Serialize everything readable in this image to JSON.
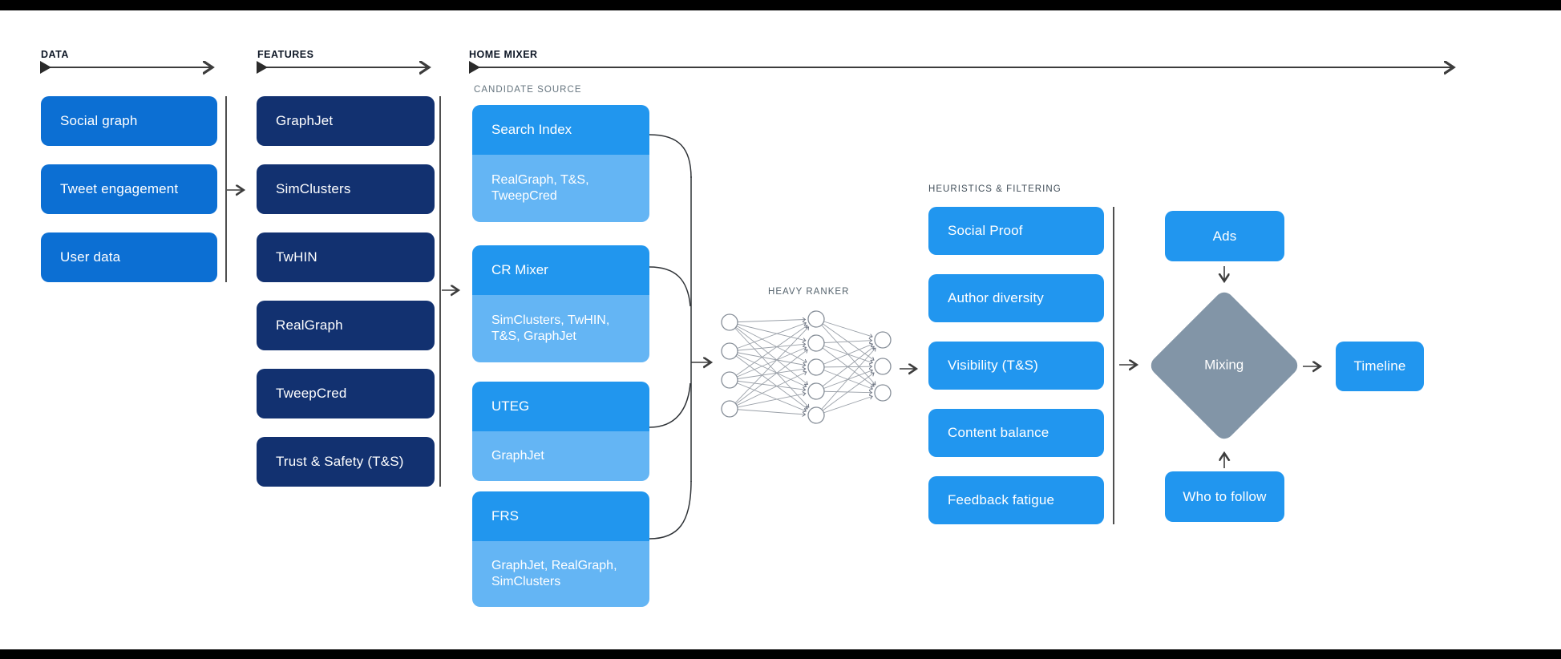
{
  "headers": {
    "data": "DATA",
    "features": "FEATURES",
    "home_mixer": "HOME MIXER"
  },
  "section_labels": {
    "candidate_source": "CANDIDATE SOURCE",
    "heavy_ranker": "HEAVY RANKER",
    "heuristics_filtering": "HEURISTICS & FILTERING"
  },
  "data_column": {
    "items": [
      "Social graph",
      "Tweet engagement",
      "User data"
    ]
  },
  "features_column": {
    "items": [
      "GraphJet",
      "SimClusters",
      "TwHIN",
      "RealGraph",
      "TweepCred",
      "Trust & Safety (T&S)"
    ]
  },
  "candidate_sources": [
    {
      "name": "Search Index",
      "features_used": "RealGraph, T&S, TweepCred"
    },
    {
      "name": "CR Mixer",
      "features_used": "SimClusters, TwHIN, T&S, GraphJet"
    },
    {
      "name": "UTEG",
      "features_used": "GraphJet"
    },
    {
      "name": "FRS",
      "features_used": "GraphJet, RealGraph, SimClusters"
    }
  ],
  "heuristics_column": {
    "items": [
      "Social Proof",
      "Author diversity",
      "Visibility (T&S)",
      "Content balance",
      "Feedback fatigue"
    ]
  },
  "mixing_stage": {
    "top_input": "Ads",
    "node": "Mixing",
    "bottom_input": "Who to follow",
    "output": "Timeline"
  },
  "colors": {
    "frame_bar": "#000000",
    "background": "#ffffff",
    "data_box_blue": "#0c6fd3",
    "features_box_navy": "#123170",
    "candidate_header_blue": "#2196ee",
    "candidate_sub_blue": "#64b5f4",
    "pipeline_box_blue": "#2196ef",
    "mixing_diamond_gray": "#8295a7",
    "header_text": "#0e1726",
    "section_label_gray": "#66757f",
    "connector_line": "#2f3337",
    "box_text": "#ffffff"
  }
}
